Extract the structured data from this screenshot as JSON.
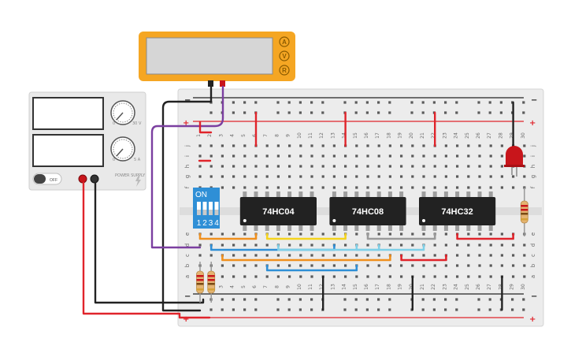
{
  "multimeter": {
    "buttons": [
      "A",
      "V",
      "R"
    ],
    "body_color": "#f5a623"
  },
  "power_supply": {
    "switch_label": "OFF",
    "brand_text": "POWER SUPPLY",
    "knob1_label": "30 V",
    "knob2_label": "5 A",
    "knob1_mark": "0",
    "knob2_mark": "0"
  },
  "breadboard": {
    "columns": [
      "1",
      "2",
      "3",
      "4",
      "5",
      "6",
      "7",
      "8",
      "9",
      "10",
      "11",
      "12",
      "13",
      "14",
      "15",
      "16",
      "17",
      "18",
      "19",
      "20",
      "21",
      "22",
      "23",
      "24",
      "25",
      "26",
      "27",
      "28",
      "29",
      "30"
    ],
    "top_rows": [
      "j",
      "i",
      "h",
      "g",
      "f"
    ],
    "bottom_rows": [
      "e",
      "d",
      "c",
      "b",
      "a"
    ],
    "rail_plus": "+",
    "rail_minus": "−"
  },
  "dip_switch": {
    "on_label": "ON",
    "numbers": [
      "1",
      "2",
      "3",
      "4"
    ],
    "color": "#2f8fd6"
  },
  "chips": [
    {
      "label": "74HC04"
    },
    {
      "label": "74HC08"
    },
    {
      "label": "74HC32"
    }
  ],
  "colors": {
    "wire_red": "#e0242b",
    "wire_black": "#222222",
    "wire_purple": "#7b3fa0",
    "wire_orange": "#f0901e",
    "wire_blue": "#2f8fd6",
    "wire_yellow": "#f5d41f",
    "wire_lightblue": "#7fd0e8",
    "wire_gray": "#9a9a9a",
    "led": "#c8151b"
  }
}
